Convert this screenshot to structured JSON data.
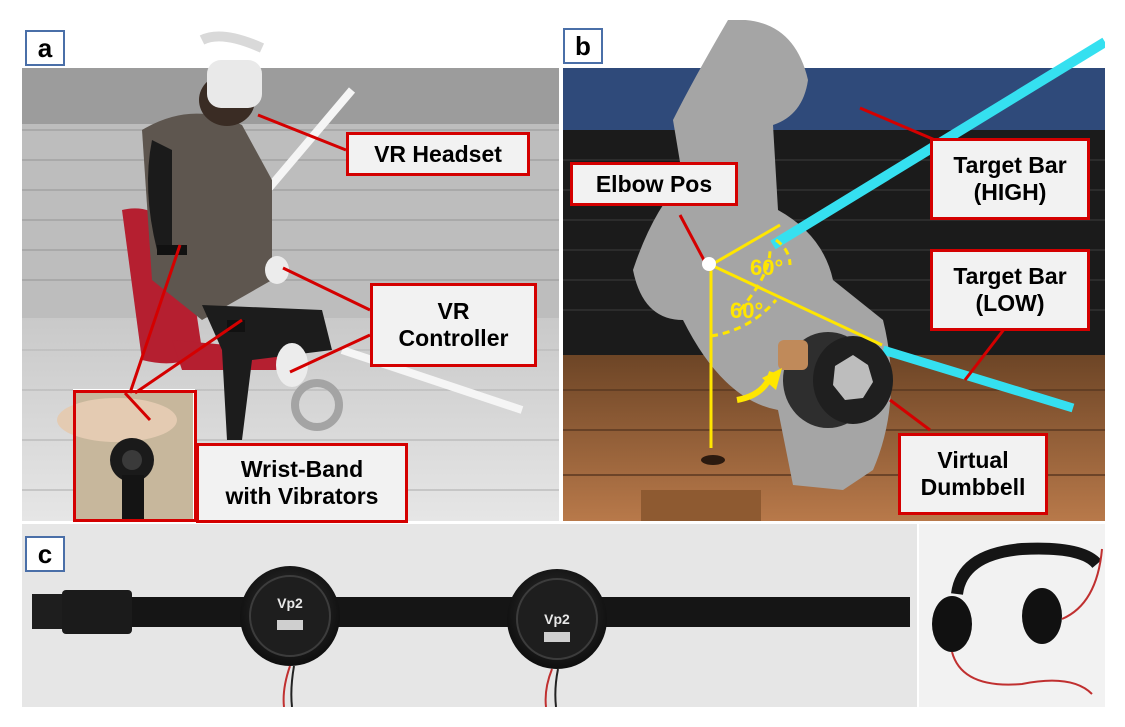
{
  "panels": {
    "a": {
      "label": "a",
      "callouts": {
        "headset": "VR Headset",
        "controller_line1": "VR",
        "controller_line2": "Controller",
        "wristband_line1": "Wrist-Band",
        "wristband_line2": "with Vibrators"
      }
    },
    "b": {
      "label": "b",
      "callouts": {
        "elbow": "Elbow Pos",
        "target_high_line1": "Target Bar",
        "target_high_line2": "(HIGH)",
        "target_low_line1": "Target Bar",
        "target_low_line2": "(LOW)",
        "dumbbell_line1": "Virtual",
        "dumbbell_line2": "Dumbbell"
      },
      "angles": {
        "upper": "60°",
        "lower": "60°"
      }
    },
    "c": {
      "label": "c",
      "vibrator_brand": "Vp2"
    }
  },
  "colors": {
    "callout_border": "#d40000",
    "panel_label_border": "#4a6fa8",
    "angle_lines": "#ffe600",
    "target_bar": "#35e0f0"
  }
}
